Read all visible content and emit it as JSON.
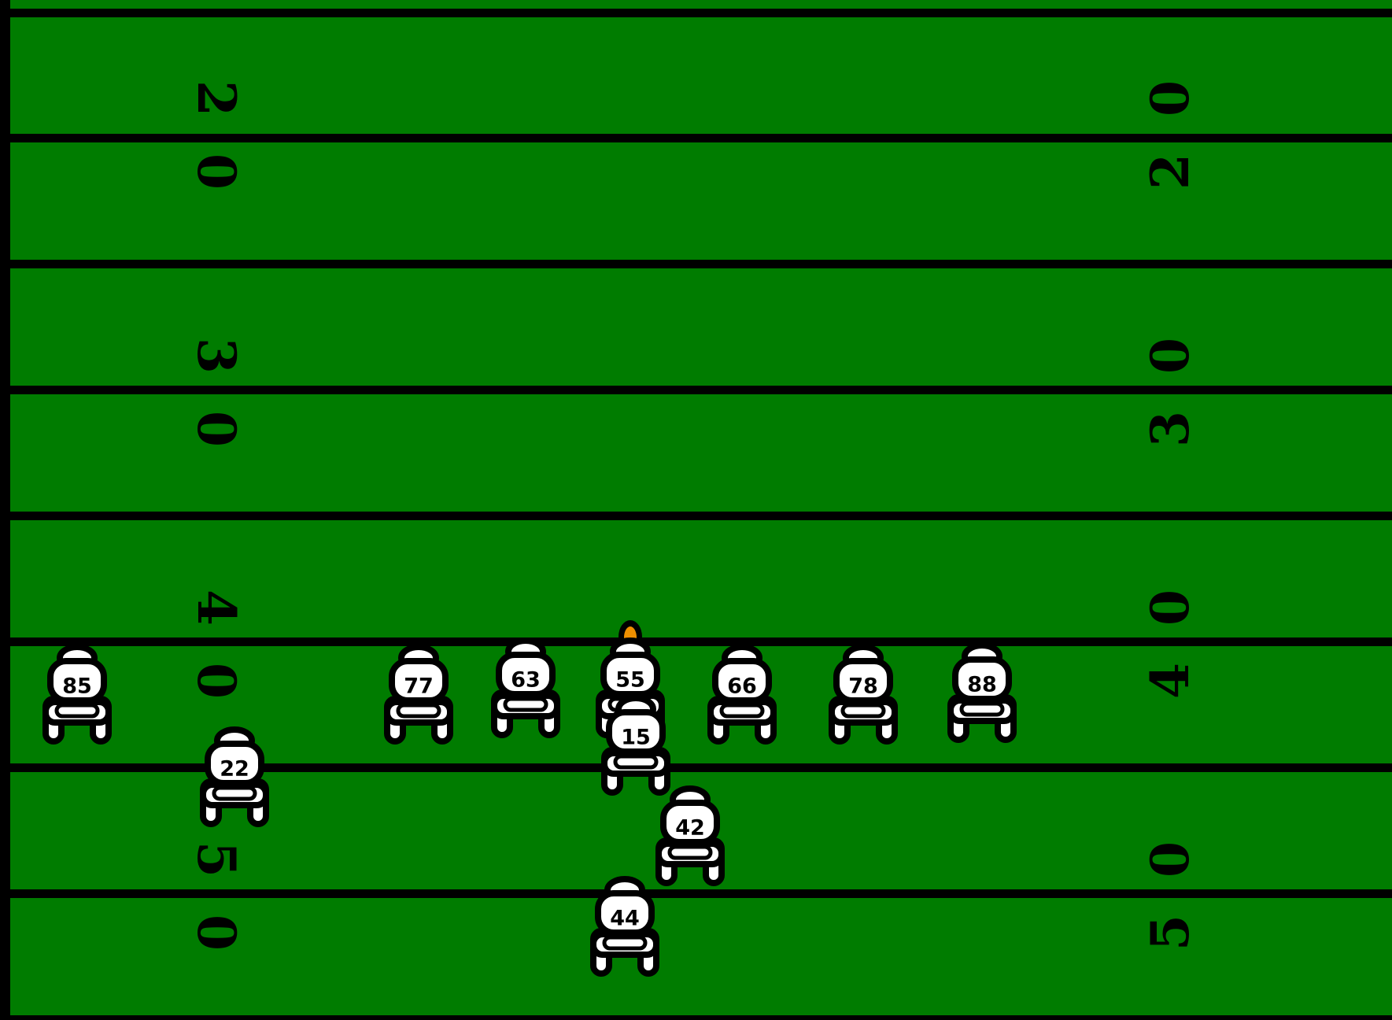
{
  "colors": {
    "turf": "#007c00",
    "line": "#000000",
    "player_fill": "#ffffff",
    "player_outline": "#000000",
    "ball": "#ee8f00"
  },
  "field": {
    "yard_marker_pairs": [
      {
        "left": [
          "2",
          "0"
        ],
        "right": [
          "0",
          "2"
        ]
      },
      {
        "left": [
          "3",
          "0"
        ],
        "right": [
          "0",
          "3"
        ]
      },
      {
        "left": [
          "4",
          "0"
        ],
        "right": [
          "0",
          "4"
        ]
      },
      {
        "left": [
          "5",
          "0"
        ],
        "right": [
          "0",
          "5"
        ]
      }
    ]
  },
  "ball": {
    "icon": "football-icon"
  },
  "players": [
    {
      "number": "85"
    },
    {
      "number": "77"
    },
    {
      "number": "63"
    },
    {
      "number": "55"
    },
    {
      "number": "66"
    },
    {
      "number": "78"
    },
    {
      "number": "88"
    },
    {
      "number": "15"
    },
    {
      "number": "22"
    },
    {
      "number": "42"
    },
    {
      "number": "44"
    }
  ]
}
